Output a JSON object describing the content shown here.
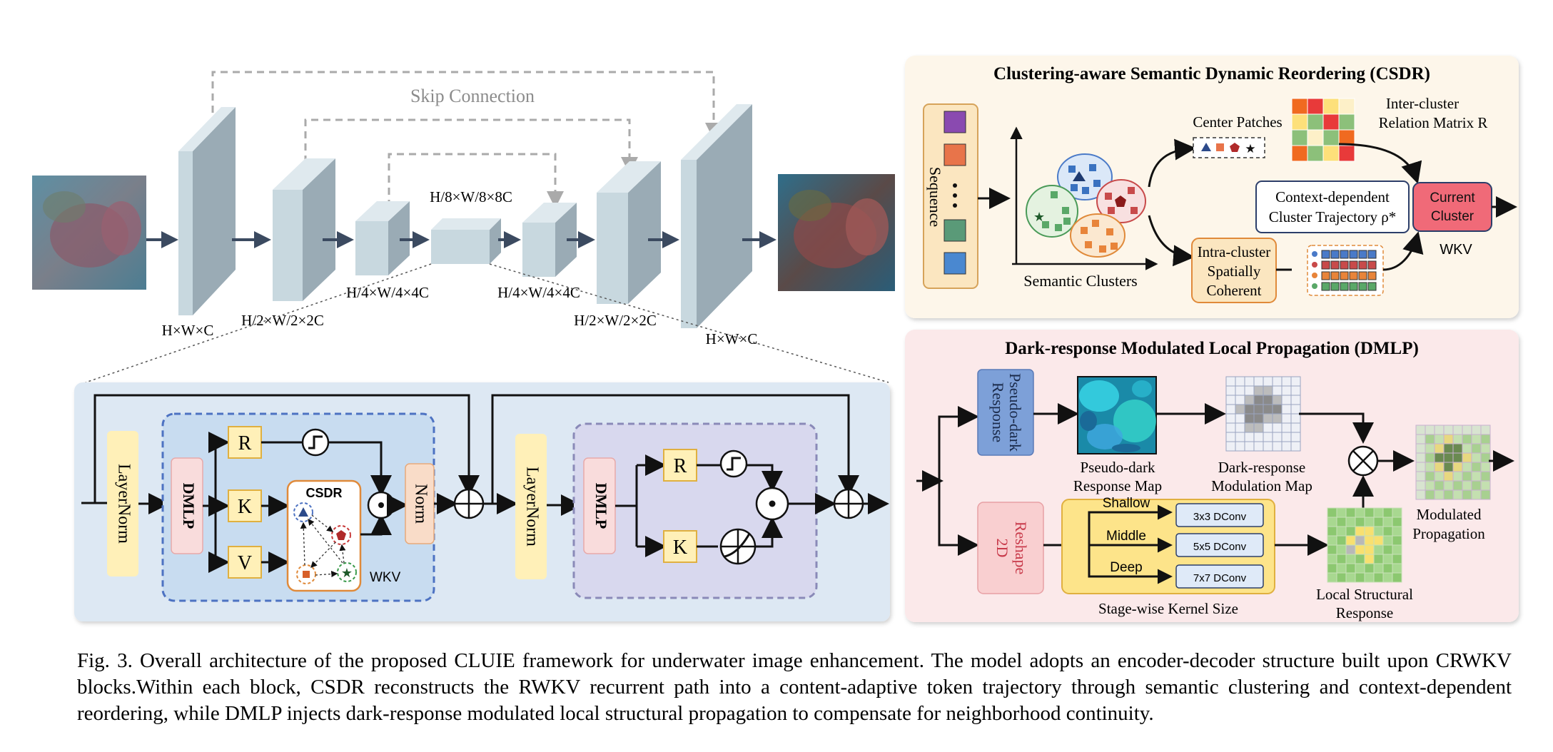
{
  "figure": {
    "unet": {
      "skip_label": "Skip Connection",
      "dims": [
        "H×W×C",
        "H/2×W/2×2C",
        "H/4×W/4×4C",
        "H/8×W/8×8C",
        "H/4×W/4×4C",
        "H/2×W/2×2C",
        "H×W×C"
      ]
    },
    "block": {
      "layernorm": "LayerNorm",
      "dmlp": "DMLP",
      "r": "R",
      "k": "K",
      "v": "V",
      "csdr": "CSDR",
      "wkv": "WKV",
      "norm": "Norm"
    },
    "csdr_panel": {
      "title": "Clustering-aware Semantic Dynamic Reordering (CSDR)",
      "sequence": "Sequence",
      "center_patches": "Center Patches",
      "inter_cluster": [
        "Inter-cluster",
        "Relation Matrix R"
      ],
      "trajectory": [
        "Context-dependent",
        "Cluster Trajectory ρ*"
      ],
      "current_cluster": [
        "Current",
        "Cluster"
      ],
      "wkv": "WKV",
      "intra_cluster": [
        "Intra-cluster",
        "Spatially",
        "Coherent"
      ],
      "semantic_clusters": "Semantic Clusters"
    },
    "dmlp_panel": {
      "title": "Dark-response Modulated Local Propagation (DMLP)",
      "pseudo_dark_response": [
        "Pseudo-dark",
        "Response"
      ],
      "pseudo_dark_map": [
        "Pseudo-dark",
        "Response Map"
      ],
      "modulation_map": [
        "Dark-response",
        "Modulation Map"
      ],
      "modulated_propagation": [
        "Modulated",
        "Propagation"
      ],
      "reshape": [
        "Reshape",
        "2D"
      ],
      "stages": [
        "Shallow",
        "Middle",
        "Deep"
      ],
      "kernels": [
        "3x3 DConv",
        "5x5 DConv",
        "7x7 DConv"
      ],
      "stage_wise": "Stage-wise Kernel Size",
      "local_structural": [
        "Local Structural",
        "Response"
      ]
    },
    "colors": {
      "encoder_face": "#cfdfe6",
      "csdr_bg": "#fdf6ea",
      "dmlp_bg": "#fbe9ea",
      "block_bg": "#dde8f3",
      "yellow_box": "#fff0b8",
      "pink_box": "#f9dcdc",
      "current_cluster": "#f06a78"
    }
  },
  "caption": "Fig. 3.  Overall architecture of the proposed CLUIE framework for underwater image enhancement. The model adopts an encoder-decoder structure built upon CRWKV blocks.Within each block, CSDR reconstructs the RWKV recurrent path into a content-adaptive token trajectory through semantic clustering and context-dependent reordering, while DMLP injects dark-response modulated local structural propagation to compensate for neighborhood continuity."
}
